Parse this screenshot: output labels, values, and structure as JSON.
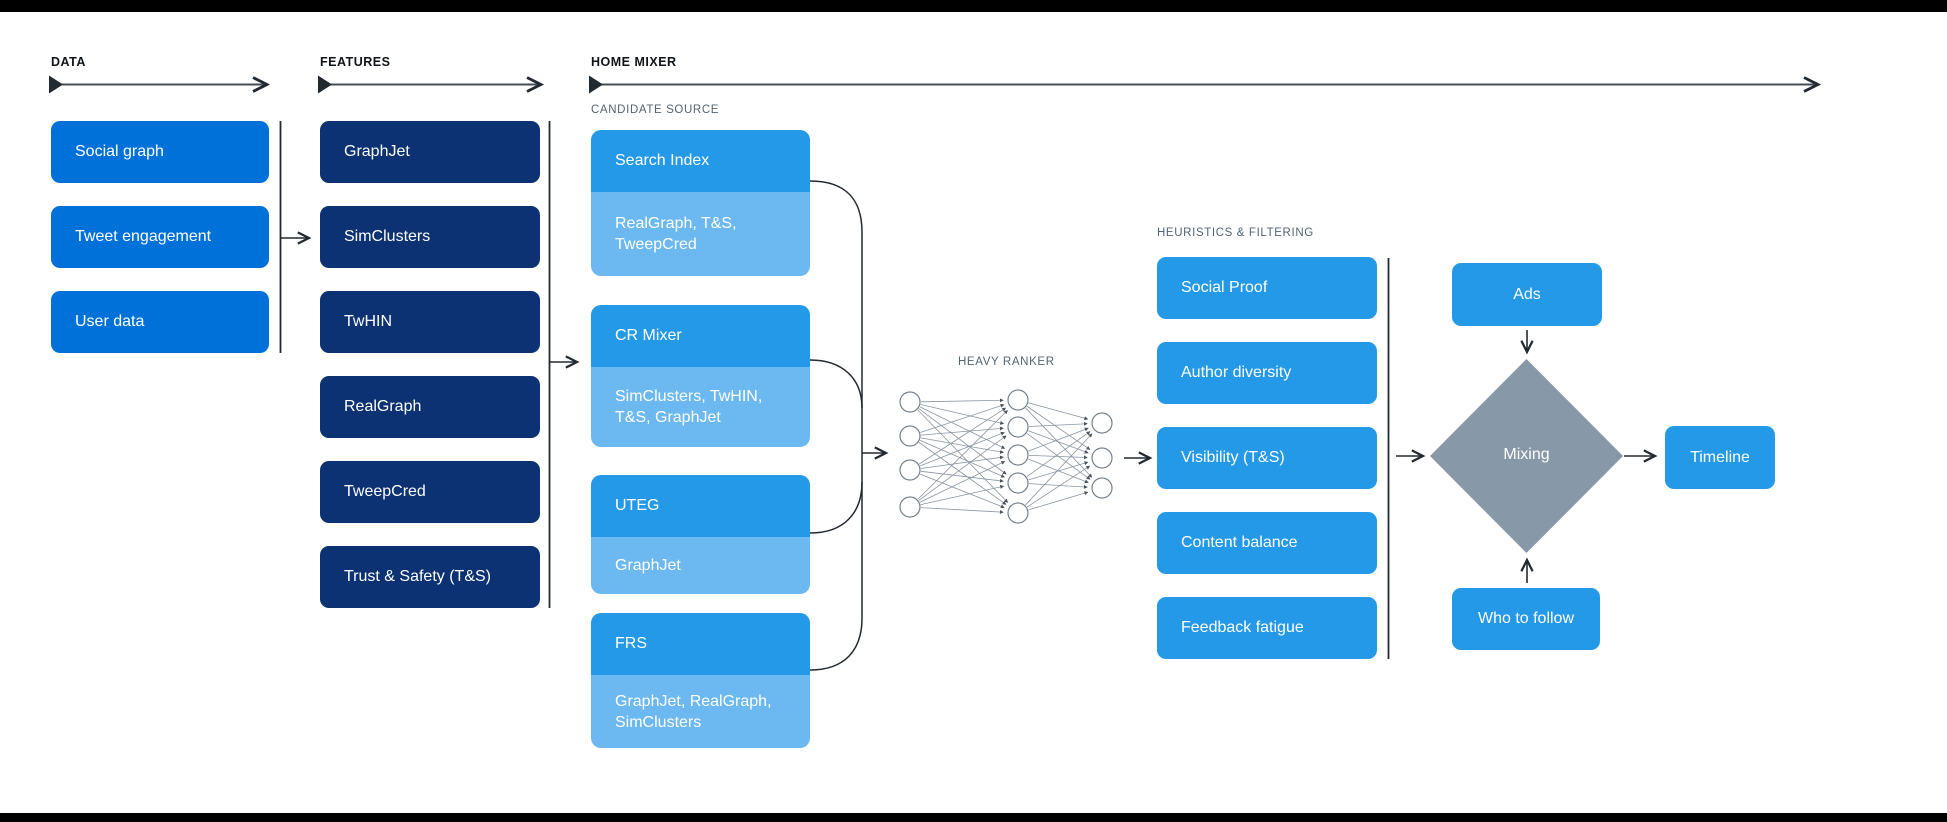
{
  "labels": {
    "data": "DATA",
    "features": "FEATURES",
    "home_mixer": "HOME MIXER",
    "candidate_source": "CANDIDATE SOURCE",
    "heavy_ranker": "HEAVY RANKER",
    "heuristics": "HEURISTICS & FILTERING"
  },
  "data_column": {
    "items": [
      "Social graph",
      "Tweet engagement",
      "User data"
    ]
  },
  "features_column": {
    "items": [
      "GraphJet",
      "SimClusters",
      "TwHIN",
      "RealGraph",
      "TweepCred",
      "Trust & Safety (T&S)"
    ]
  },
  "candidate_sources": [
    {
      "title": "Search Index",
      "inputs": "RealGraph, T&S, TweepCred"
    },
    {
      "title": "CR Mixer",
      "inputs": "SimClusters, TwHIN, T&S, GraphJet"
    },
    {
      "title": "UTEG",
      "inputs": "GraphJet"
    },
    {
      "title": "FRS",
      "inputs": "GraphJet, RealGraph, SimClusters"
    }
  ],
  "heuristics_column": {
    "items": [
      "Social Proof",
      "Author diversity",
      "Visibility (T&S)",
      "Content balance",
      "Feedback fatigue"
    ]
  },
  "mixing_stage": {
    "ads": "Ads",
    "mixing": "Mixing",
    "who_to_follow": "Who to follow",
    "timeline": "Timeline"
  },
  "colors": {
    "data_box_blue": "#0071d9",
    "features_box_navy": "#0c3273",
    "candidate_header_blue": "#2499e8",
    "candidate_sub_light_blue": "#6cb9f2",
    "mixing_diamond_gray": "#8799a8",
    "header_text": "#0f1419",
    "eyebrow_text": "#536471",
    "connector_line": "#222930",
    "top_bottom_bars": "#000000"
  }
}
